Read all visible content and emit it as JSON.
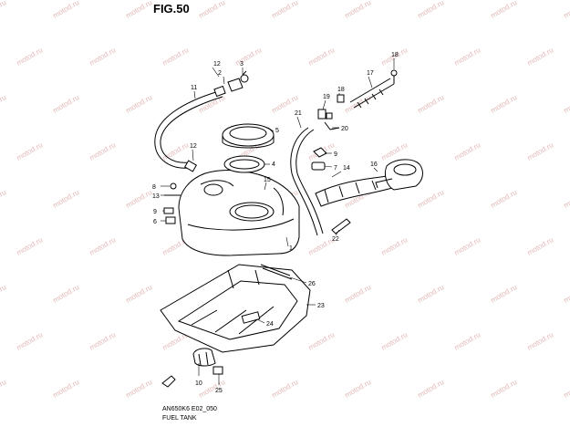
{
  "figure": {
    "title": "FIG.50",
    "model_code": "AN650K6 E02_050",
    "name": "FUEL TANK"
  },
  "watermark_text": "motod.ru",
  "colors": {
    "watermark": "#e3b9b9",
    "line": "#000000",
    "background": "#ffffff"
  },
  "callouts": [
    {
      "id": "p1",
      "label": "1"
    },
    {
      "id": "p2",
      "label": "2"
    },
    {
      "id": "p3",
      "label": "3"
    },
    {
      "id": "p4",
      "label": "4"
    },
    {
      "id": "p5",
      "label": "5"
    },
    {
      "id": "p6",
      "label": "6"
    },
    {
      "id": "p7",
      "label": "7"
    },
    {
      "id": "p8",
      "label": "8"
    },
    {
      "id": "p9a",
      "label": "9"
    },
    {
      "id": "p9b",
      "label": "9"
    },
    {
      "id": "p10",
      "label": "10"
    },
    {
      "id": "p11",
      "label": "11"
    },
    {
      "id": "p12a",
      "label": "12"
    },
    {
      "id": "p12b",
      "label": "12"
    },
    {
      "id": "p13",
      "label": "13"
    },
    {
      "id": "p14",
      "label": "14"
    },
    {
      "id": "p15",
      "label": "15"
    },
    {
      "id": "p16",
      "label": "16"
    },
    {
      "id": "p17",
      "label": "17"
    },
    {
      "id": "p18a",
      "label": "18"
    },
    {
      "id": "p18b",
      "label": "18"
    },
    {
      "id": "p19",
      "label": "19"
    },
    {
      "id": "p20",
      "label": "20"
    },
    {
      "id": "p21",
      "label": "21"
    },
    {
      "id": "p22",
      "label": "22"
    },
    {
      "id": "p23",
      "label": "23"
    },
    {
      "id": "p24",
      "label": "24"
    },
    {
      "id": "p25",
      "label": "25"
    },
    {
      "id": "p26",
      "label": "26"
    }
  ]
}
